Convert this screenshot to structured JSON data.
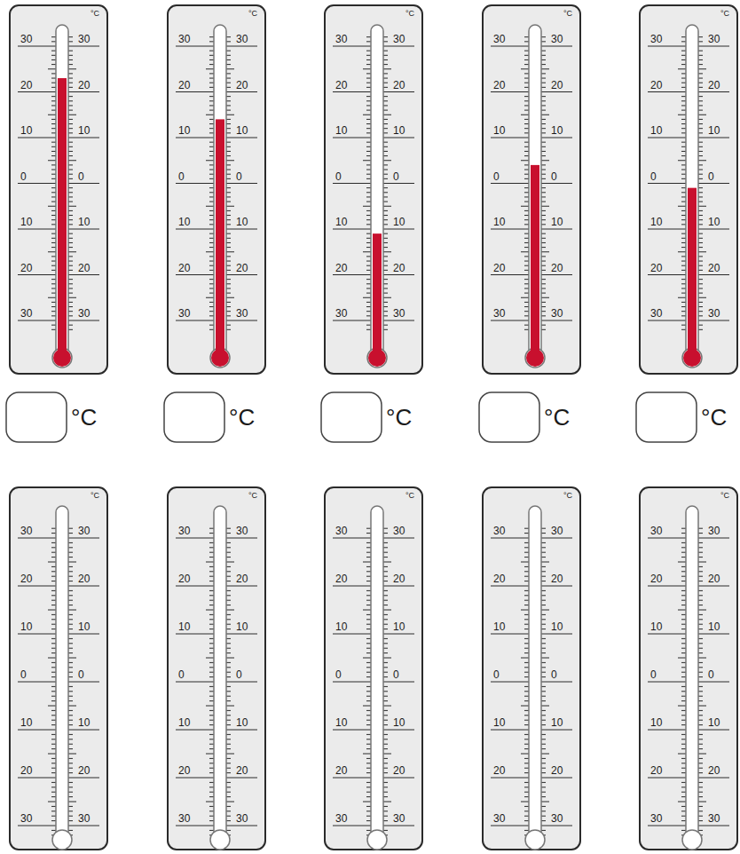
{
  "diagram": {
    "nodes": [
      {
        "text": [
          "°C",
          "30",
          "30",
          "20",
          "20",
          "10",
          "10",
          "0",
          "0",
          "10",
          "10",
          "20",
          "20",
          "30",
          "30"
        ]
      },
      {
        "text": [
          "°C",
          "30",
          "30",
          "20",
          "20",
          "10",
          "10",
          "0",
          "0",
          "10",
          "10",
          "20",
          "20",
          "30",
          "30"
        ]
      },
      {
        "text": [
          "°C",
          "30",
          "30",
          "20",
          "20",
          "10",
          "10",
          "0",
          "0",
          "10",
          "10",
          "20",
          "20",
          "30",
          "30"
        ]
      },
      {
        "text": [
          "°C",
          "30",
          "30",
          "20",
          "20",
          "10",
          "10",
          "0",
          "0",
          "10",
          "10",
          "20",
          "20",
          "30",
          "30"
        ]
      },
      {
        "text": [
          "°C",
          "30",
          "30",
          "20",
          "20",
          "10",
          "10",
          "0",
          "0",
          "10",
          "10",
          "20",
          "20",
          "30",
          "30"
        ]
      },
      {
        "text": [
          "°C",
          "30",
          "30",
          "20",
          "20",
          "10",
          "10",
          "0",
          "0",
          "10",
          "10",
          "20",
          "20",
          "30",
          "30"
        ]
      },
      {
        "text": [
          "°C",
          "30",
          "30",
          "20",
          "20",
          "10",
          "10",
          "0",
          "0",
          "10",
          "10",
          "20",
          "20",
          "30",
          "30"
        ]
      },
      {
        "text": [
          "°C",
          "30",
          "30",
          "20",
          "20",
          "10",
          "10",
          "0",
          "0",
          "10",
          "10",
          "20",
          "20",
          "30",
          "30"
        ]
      },
      {
        "text": [
          "°C",
          "30",
          "30",
          "20",
          "20",
          "10",
          "10",
          "0",
          "0",
          "10",
          "10",
          "20",
          "20",
          "30",
          "30"
        ]
      },
      {
        "text": [
          "°C",
          "30",
          "30",
          "20",
          "20",
          "10",
          "10",
          "0",
          "0",
          "10",
          "10",
          "20",
          "20",
          "30",
          "30"
        ]
      }
    ],
    "labels": [
      "°C",
      "°C",
      "°C",
      "°C",
      "°C"
    ]
  }
}
